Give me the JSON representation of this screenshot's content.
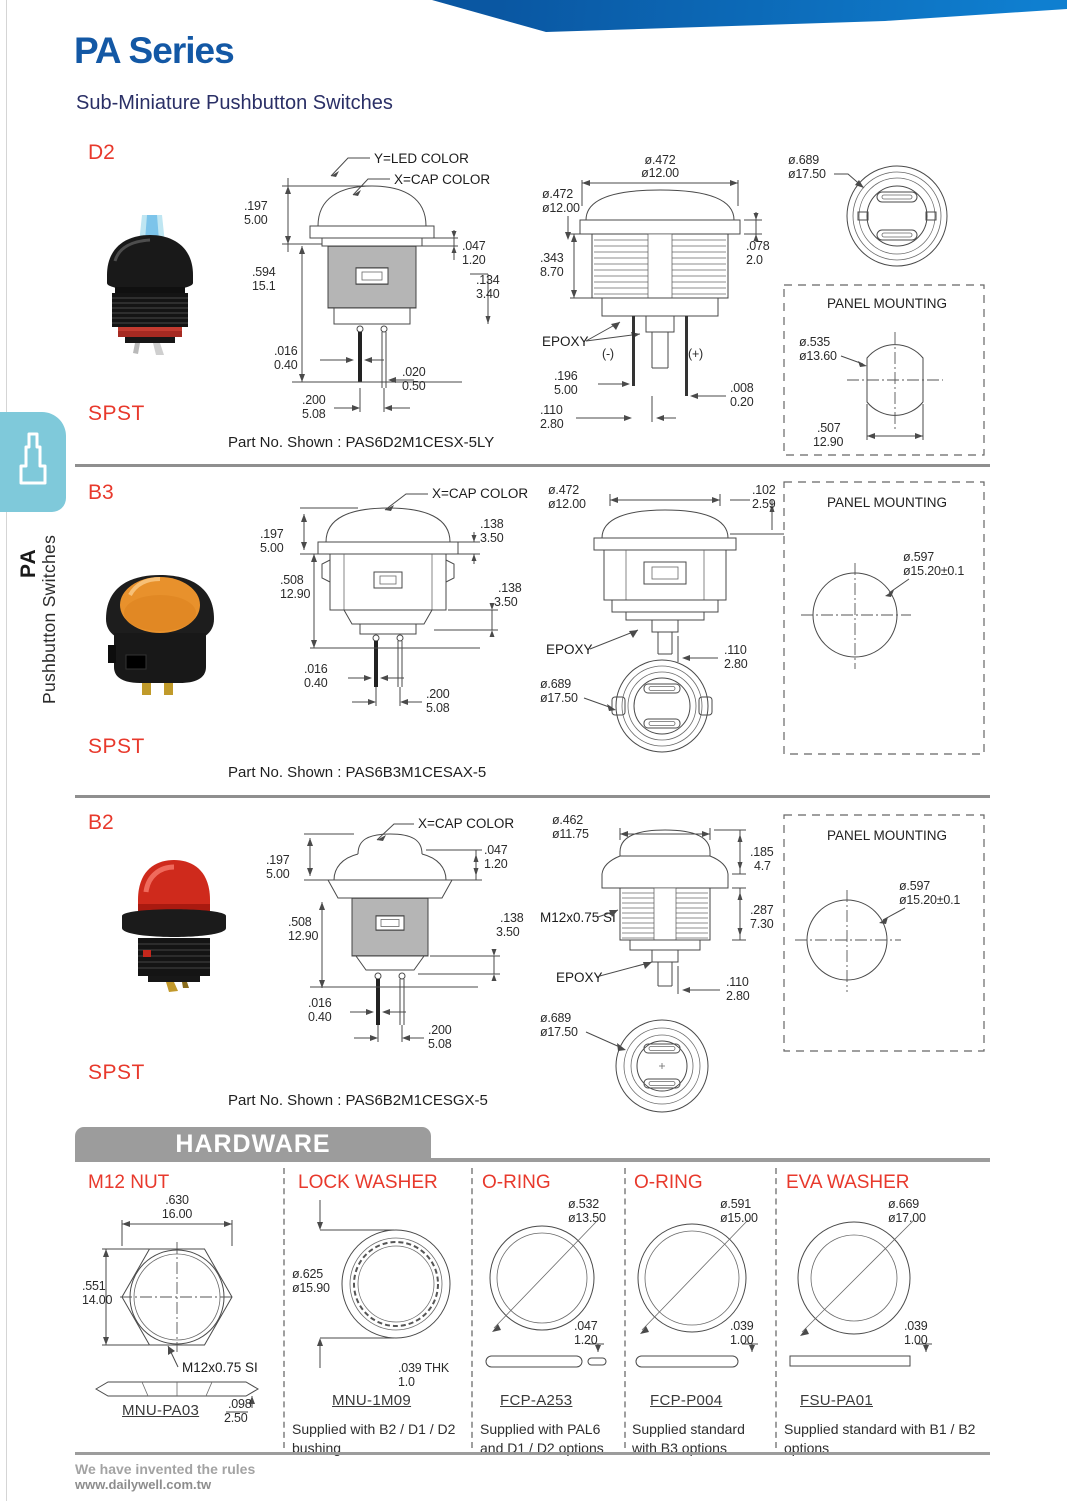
{
  "header": {
    "title": "PA Series",
    "subtitle": "Sub-Miniature Pushbutton Switches"
  },
  "sidebar": {
    "series": "PA",
    "category": "Pushbutton Switches"
  },
  "colors": {
    "title_blue": "#1358a5",
    "accent_red": "#e8392c",
    "sidebar_blue": "#7fc9da",
    "banner_gray": "#9c9c9c"
  },
  "sections": [
    {
      "label": "D2",
      "type_label": "SPST",
      "part_no": "Part No. Shown : PAS6D2M1CESX-5LY",
      "callout_led": "Y=LED COLOR",
      "callout_cap": "X=CAP COLOR",
      "front_dims": [
        {
          "in": ".197",
          "mm": "5.00"
        },
        {
          "in": ".594",
          "mm": "15.1"
        },
        {
          "in": ".047",
          "mm": "1.20"
        },
        {
          "in": ".134",
          "mm": "3.40"
        },
        {
          "in": ".016",
          "mm": "0.40"
        },
        {
          "in": ".020",
          "mm": "0.50"
        },
        {
          "in": ".200",
          "mm": "5.08"
        }
      ],
      "side_dims": [
        {
          "in": "ø.472",
          "mm": "ø12.00"
        },
        {
          "in": "ø.472",
          "mm": "ø12.00"
        },
        {
          "in": ".078",
          "mm": "2.0"
        },
        {
          "in": ".343",
          "mm": "8.70"
        },
        {
          "in": ".196",
          "mm": "5.00"
        },
        {
          "in": ".008",
          "mm": "0.20"
        },
        {
          "in": ".110",
          "mm": "2.80"
        }
      ],
      "epoxy": "EPOXY",
      "neg": "(-)",
      "pos": "(+)",
      "top_dim": {
        "in": "ø.689",
        "mm": "ø17.50"
      },
      "panel": {
        "title": "PANEL MOUNTING",
        "hole": {
          "in": "ø.535",
          "mm": "ø13.60"
        },
        "width": {
          "in": ".507",
          "mm": "12.90"
        }
      }
    },
    {
      "label": "B3",
      "type_label": "SPST",
      "part_no": "Part No. Shown : PAS6B3M1CESAX-5",
      "callout_cap": "X=CAP COLOR",
      "front_dims": [
        {
          "in": ".138",
          "mm": "3.50"
        },
        {
          "in": ".197",
          "mm": "5.00"
        },
        {
          "in": ".508",
          "mm": "12.90"
        },
        {
          "in": ".138",
          "mm": "3.50"
        },
        {
          "in": ".016",
          "mm": "0.40"
        },
        {
          "in": ".200",
          "mm": "5.08"
        }
      ],
      "side_dims": [
        {
          "in": "ø.472",
          "mm": "ø12.00"
        },
        {
          "in": ".102",
          "mm": "2.59"
        },
        {
          "in": ".110",
          "mm": "2.80"
        }
      ],
      "epoxy": "EPOXY",
      "bottom_dim": {
        "in": "ø.689",
        "mm": "ø17.50"
      },
      "panel": {
        "title": "PANEL MOUNTING",
        "hole": {
          "in": "ø.597",
          "mm": "ø15.20±0.1"
        }
      }
    },
    {
      "label": "B2",
      "type_label": "SPST",
      "part_no": "Part No. Shown : PAS6B2M1CESGX-5",
      "callout_cap": "X=CAP COLOR",
      "front_dims": [
        {
          "in": ".197",
          "mm": "5.00"
        },
        {
          "in": ".508",
          "mm": "12.90"
        },
        {
          "in": ".047",
          "mm": "1.20"
        },
        {
          "in": ".138",
          "mm": "3.50"
        },
        {
          "in": ".016",
          "mm": "0.40"
        },
        {
          "in": ".200",
          "mm": "5.08"
        }
      ],
      "side_dims": [
        {
          "in": "ø.462",
          "mm": "ø11.75"
        },
        {
          "in": ".185",
          "mm": "4.7"
        },
        {
          "in": ".287",
          "mm": "7.30"
        },
        {
          "in": ".110",
          "mm": "2.80"
        }
      ],
      "thread_label": "M12x0.75 SI",
      "epoxy": "EPOXY",
      "bottom_dim": {
        "in": "ø.689",
        "mm": "ø17.50"
      },
      "panel": {
        "title": "PANEL MOUNTING",
        "hole": {
          "in": "ø.597",
          "mm": "ø15.20±0.1"
        }
      }
    }
  ],
  "hardware": {
    "banner": "HARDWARE",
    "items": [
      {
        "title": "M12 NUT",
        "part": "MNU-PA03",
        "thread_label": "M12x0.75 SI",
        "dims": [
          {
            "in": ".630",
            "mm": "16.00"
          },
          {
            "in": ".551",
            "mm": "14.00"
          },
          {
            "in": ".098",
            "mm": "2.50"
          }
        ],
        "note": ""
      },
      {
        "title": "LOCK WASHER",
        "part": "MNU-1M09",
        "dims": [
          {
            "in": "ø.625",
            "mm": "ø15.90"
          },
          {
            "in": ".039 THK",
            "mm": "1.0"
          }
        ],
        "note": "Supplied with B2 / D1 / D2 bushing"
      },
      {
        "title": "O-RING",
        "part": "FCP-A253",
        "dims": [
          {
            "in": "ø.532",
            "mm": "ø13.50"
          },
          {
            "in": ".047",
            "mm": "1.20"
          }
        ],
        "note": "Supplied with PAL6 and D1 / D2  options"
      },
      {
        "title": "O-RING",
        "part": "FCP-P004",
        "dims": [
          {
            "in": "ø.591",
            "mm": "ø15.00"
          },
          {
            "in": ".039",
            "mm": "1.00"
          }
        ],
        "note": "Supplied standard with B3  options"
      },
      {
        "title": "EVA WASHER",
        "part": "FSU-PA01",
        "dims": [
          {
            "in": "ø.669",
            "mm": "ø17.00"
          },
          {
            "in": ".039",
            "mm": "1.00"
          }
        ],
        "note": "Supplied standard with B1 / B2  options"
      }
    ]
  },
  "footer": {
    "slogan": "We have invented the rules",
    "website": "www.dailywell.com.tw"
  }
}
